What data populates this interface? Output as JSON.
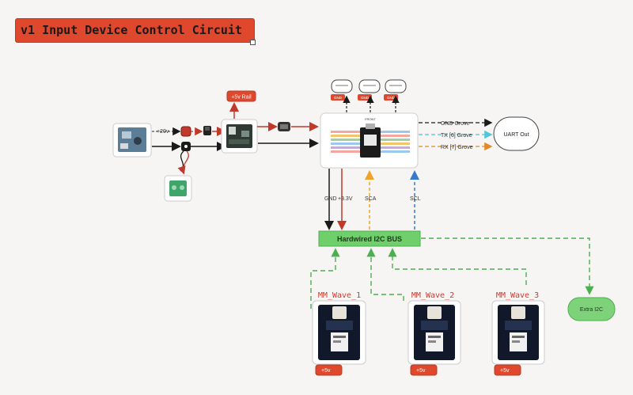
{
  "title": "v1 Input Device Control Circuit",
  "labels": {
    "v20": "+20v",
    "rail": "+5v Rail",
    "gnd": "GND",
    "v33": "+3.3V",
    "sca": "SCA",
    "scl": "SCL",
    "bus": "Hardwired I2C BUS",
    "gnd_grove": "GND Grove",
    "tx_grove": "TX [6] Grove",
    "rx_grove": "RX [7] Grove",
    "uart_out": "UART Out",
    "extra_i2c": "Extra I2C",
    "front": "FRONT",
    "gnd_tag": "GND",
    "v5_tag": "+5v"
  },
  "sensors": [
    {
      "name": "MM_Wave_1",
      "power": "+5v"
    },
    {
      "name": "MM_Wave_2",
      "power": "+5v"
    },
    {
      "name": "MM_Wave_3",
      "power": "+5v"
    }
  ],
  "colors": {
    "title_bg": "#e0482e",
    "power_red": "#c0392b",
    "i2c_green": "#4caf50",
    "bus_fill": "#6fcf6a",
    "sca_orange": "#f0a32a",
    "scl_blue": "#3a78c9",
    "tx_cyan": "#4ec7d6",
    "rx_orange": "#e08a2a"
  }
}
